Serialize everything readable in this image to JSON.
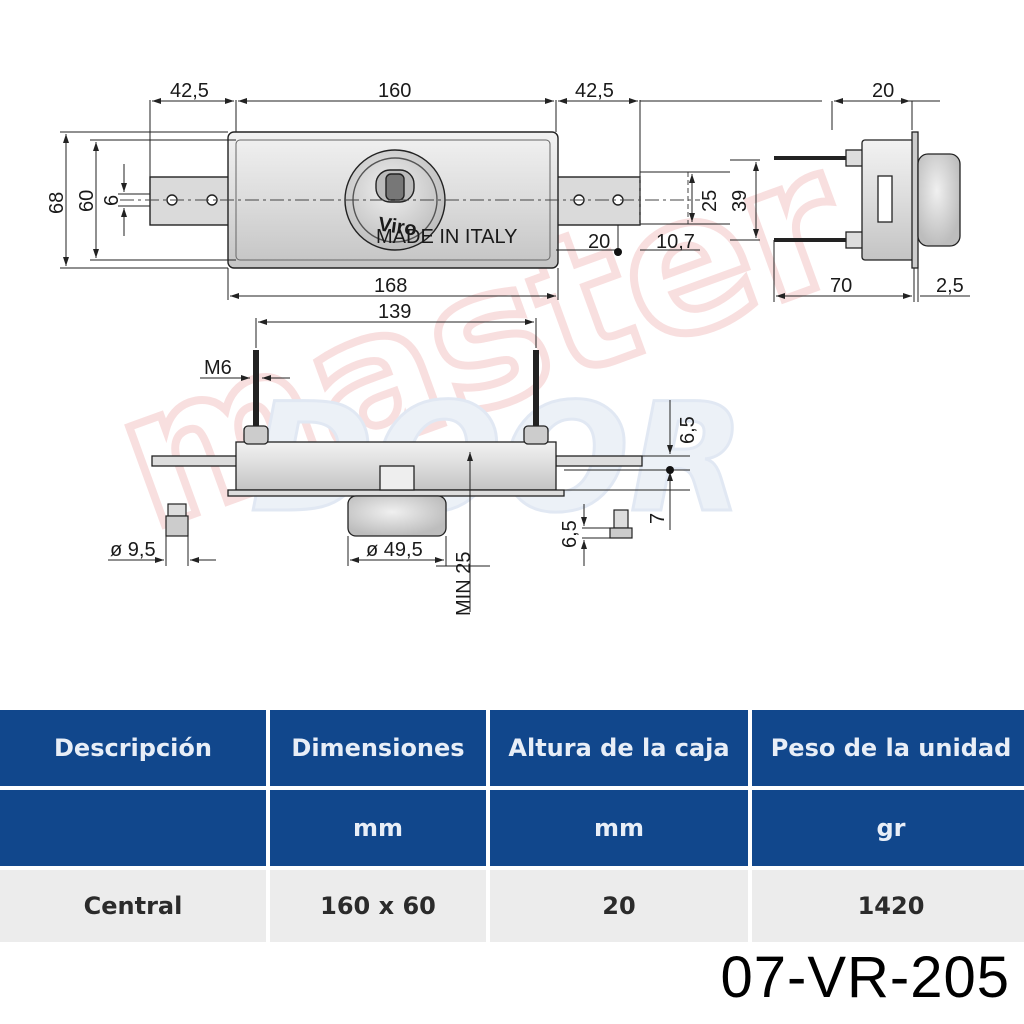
{
  "watermark": {
    "line1": "master",
    "line2": "DOOR"
  },
  "drawing": {
    "brand_text": "Viro",
    "made_in_text": "MADE IN ITALY",
    "top_view_dims": [
      "42,5",
      "160",
      "42,5",
      "68",
      "60",
      "6",
      "25",
      "39",
      "20",
      "10,7",
      "168"
    ],
    "side_view_dims": [
      "20",
      "70",
      "2,5"
    ],
    "front_view_dims": [
      "139",
      "M6",
      "6,5",
      "7",
      "ø 49,5",
      "MIN 25"
    ],
    "pin_dims": [
      "ø 9,5",
      "6,5"
    ]
  },
  "table": {
    "headers": [
      "Descripción",
      "Dimensiones",
      "Altura de la caja",
      "Peso de la unidad"
    ],
    "units": [
      "",
      "mm",
      "mm",
      "gr"
    ],
    "rows": [
      [
        "Central",
        "160 x 60",
        "20",
        "1420"
      ]
    ]
  },
  "product_code": "07-VR-205"
}
